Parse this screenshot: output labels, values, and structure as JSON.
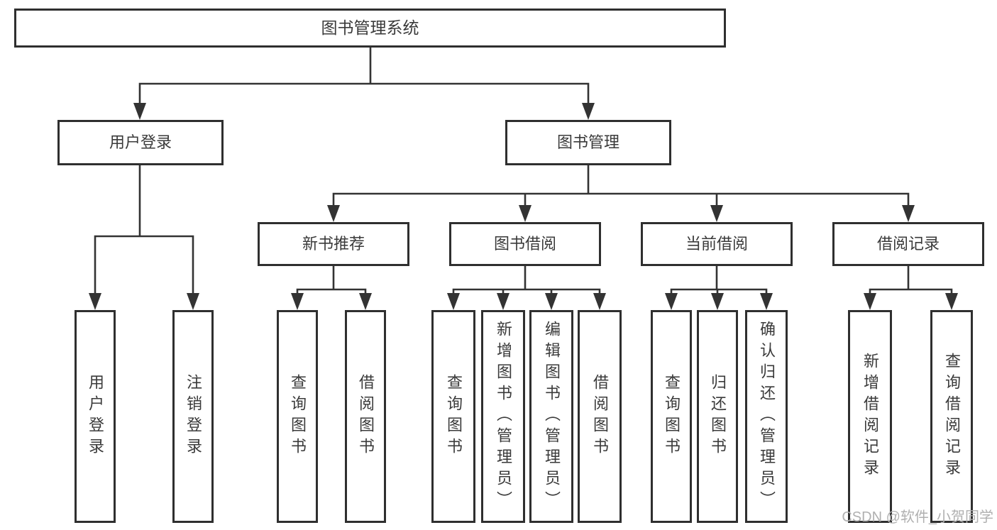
{
  "diagram": {
    "root": "图书管理系统",
    "level2": {
      "login": "用户登录",
      "manage": "图书管理"
    },
    "level3": {
      "newbook": "新书推荐",
      "borrow": "图书借阅",
      "current": "当前借阅",
      "records": "借阅记录"
    },
    "leaves": {
      "login": [
        "用户登录",
        "注销登录"
      ],
      "newbook": [
        "查询图书",
        "借阅图书"
      ],
      "borrow": [
        "查询图书",
        "新增图书（管理员）",
        "编辑图书（管理员）",
        "借阅图书"
      ],
      "current": [
        "查询图书",
        "归还图书",
        "确认归还（管理员）"
      ],
      "records": [
        "新增借阅记录",
        "查询借阅记录"
      ]
    }
  },
  "watermark": "CSDN @软件_小贺同学",
  "colors": {
    "line": "#333333",
    "box_border": "#2f2f2f",
    "text": "#3a3a3a",
    "watermark": "#b0b0b0",
    "background": "#ffffff"
  }
}
